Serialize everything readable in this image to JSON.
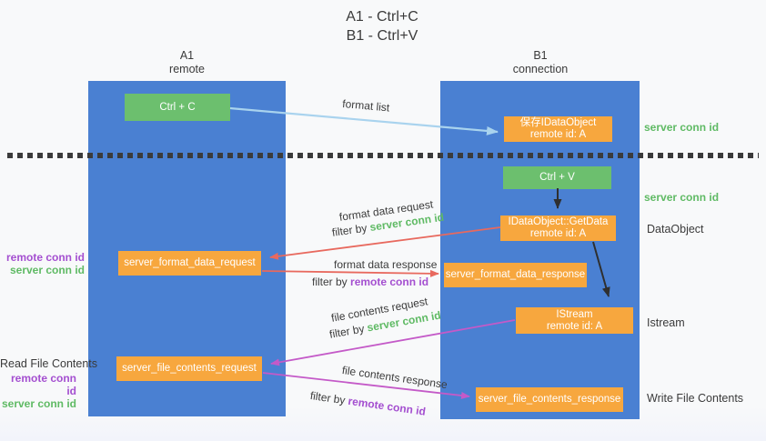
{
  "title": {
    "line1": "A1 - Ctrl+C",
    "line2": "B1 - Ctrl+V"
  },
  "lanes": {
    "left": {
      "name": "A1",
      "subtitle": "remote"
    },
    "right": {
      "name": "B1",
      "subtitle": "connection"
    }
  },
  "nodes": {
    "ctrl_c": {
      "label": "Ctrl + C"
    },
    "save_dataobject": {
      "line1": "保存IDataObject",
      "line2": "remote id: A"
    },
    "ctrl_v": {
      "label": "Ctrl + V"
    },
    "getdata": {
      "line1": "IDataObject::GetData",
      "line2": "remote id: A"
    },
    "format_request": {
      "label": "server_format_data_request"
    },
    "format_response": {
      "label": "server_format_data_response"
    },
    "istream": {
      "line1": "IStream",
      "line2": "remote id: A"
    },
    "file_request": {
      "label": "server_file_contents_request"
    },
    "file_response": {
      "label": "server_file_contents_response"
    }
  },
  "arrow_labels": {
    "format_list": "format list",
    "format_data_request": "format data request",
    "format_data_response": "format data response",
    "file_contents_request": "file contents request",
    "file_contents_response": "file contents response",
    "filter_by": "filter by",
    "server_conn_id": "server conn id",
    "remote_conn_id": "remote conn id"
  },
  "side_labels": {
    "server_conn_id_top": "server conn id",
    "server_conn_id_mid": "server conn id",
    "dataobject": "DataObject",
    "istream": "Istream",
    "write_file_contents": "Write File Contents",
    "read_file_contents": "Read File Contents",
    "remote_conn_id_1": "remote conn id",
    "server_conn_id_1": "server conn id",
    "remote_conn_id_2": "remote conn id",
    "server_conn_id_2": "server conn id"
  },
  "colors": {
    "lane_blue": "#4a80d2",
    "node_green": "#6cbf6e",
    "node_orange": "#f7a73e",
    "arrow_lightblue": "#a9d3ee",
    "arrow_red": "#e8695e",
    "arrow_magenta": "#c45ac8",
    "arrow_black": "#2f2f2f",
    "text_green": "#5fba64",
    "text_purple": "#a44fd0"
  }
}
